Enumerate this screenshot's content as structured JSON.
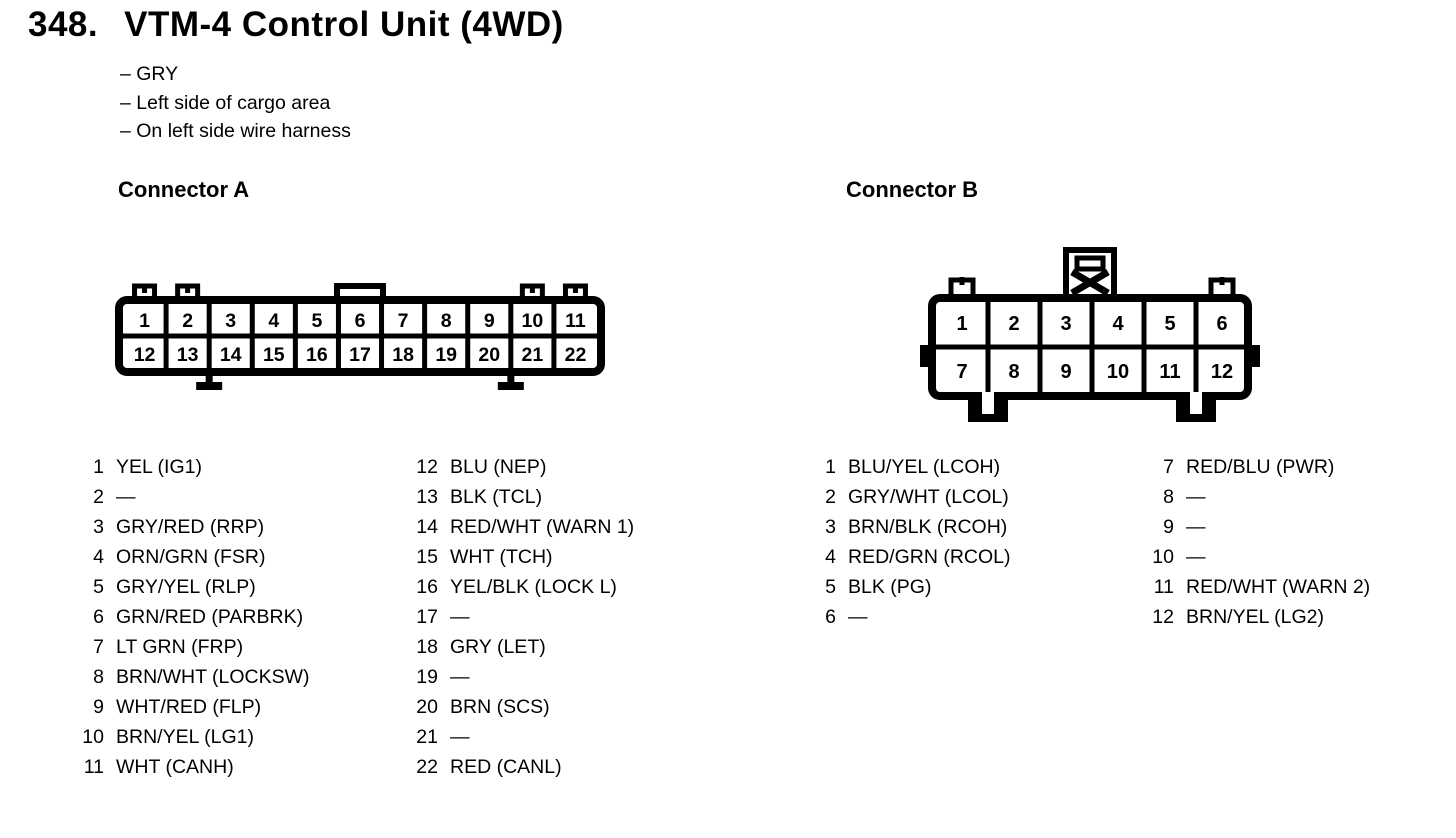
{
  "colors": {
    "ink": "#000000",
    "paper": "#ffffff"
  },
  "page": {
    "item_number": "348.",
    "title": "VTM-4 Control Unit (4WD)",
    "details": [
      "– GRY",
      "– Left side of cargo area",
      "– On left side wire harness"
    ]
  },
  "connector_a": {
    "heading": "Connector A",
    "diagram": {
      "rows": [
        [
          "1",
          "2",
          "3",
          "4",
          "5",
          "6",
          "7",
          "8",
          "9",
          "10",
          "11"
        ],
        [
          "12",
          "13",
          "14",
          "15",
          "16",
          "17",
          "18",
          "19",
          "20",
          "21",
          "22"
        ]
      ],
      "top_small_tab_cells": [
        0,
        1,
        9,
        10
      ],
      "top_wide_tab_cell": 5,
      "bottom_tab_dividers": [
        2,
        9
      ]
    },
    "pinout_columns": [
      [
        {
          "pin": "1",
          "wire": "YEL (IG1)"
        },
        {
          "pin": "2",
          "wire": "—"
        },
        {
          "pin": "3",
          "wire": "GRY/RED (RRP)"
        },
        {
          "pin": "4",
          "wire": "ORN/GRN (FSR)"
        },
        {
          "pin": "5",
          "wire": "GRY/YEL (RLP)"
        },
        {
          "pin": "6",
          "wire": "GRN/RED (PARBRK)"
        },
        {
          "pin": "7",
          "wire": "LT GRN (FRP)"
        },
        {
          "pin": "8",
          "wire": "BRN/WHT (LOCKSW)"
        },
        {
          "pin": "9",
          "wire": "WHT/RED (FLP)"
        },
        {
          "pin": "10",
          "wire": "BRN/YEL (LG1)"
        },
        {
          "pin": "11",
          "wire": "WHT (CANH)"
        }
      ],
      [
        {
          "pin": "12",
          "wire": "BLU (NEP)"
        },
        {
          "pin": "13",
          "wire": "BLK (TCL)"
        },
        {
          "pin": "14",
          "wire": "RED/WHT (WARN 1)"
        },
        {
          "pin": "15",
          "wire": "WHT (TCH)"
        },
        {
          "pin": "16",
          "wire": "YEL/BLK (LOCK L)"
        },
        {
          "pin": "17",
          "wire": "—"
        },
        {
          "pin": "18",
          "wire": "GRY (LET)"
        },
        {
          "pin": "19",
          "wire": "—"
        },
        {
          "pin": "20",
          "wire": "BRN (SCS)"
        },
        {
          "pin": "21",
          "wire": "—"
        },
        {
          "pin": "22",
          "wire": "RED (CANL)"
        }
      ]
    ]
  },
  "connector_b": {
    "heading": "Connector B",
    "diagram": {
      "rows": [
        [
          "1",
          "2",
          "3",
          "4",
          "5",
          "6"
        ],
        [
          "7",
          "8",
          "9",
          "10",
          "11",
          "12"
        ]
      ],
      "corner_tab_cells": [
        0,
        5
      ],
      "bottom_tab_dividers": [
        1,
        5
      ],
      "has_latch": true
    },
    "pinout_columns": [
      [
        {
          "pin": "1",
          "wire": "BLU/YEL (LCOH)"
        },
        {
          "pin": "2",
          "wire": "GRY/WHT (LCOL)"
        },
        {
          "pin": "3",
          "wire": "BRN/BLK (RCOH)"
        },
        {
          "pin": "4",
          "wire": "RED/GRN (RCOL)"
        },
        {
          "pin": "5",
          "wire": "BLK (PG)"
        },
        {
          "pin": "6",
          "wire": "—"
        }
      ],
      [
        {
          "pin": "7",
          "wire": "RED/BLU (PWR)"
        },
        {
          "pin": "8",
          "wire": "—"
        },
        {
          "pin": "9",
          "wire": "—"
        },
        {
          "pin": "10",
          "wire": "—"
        },
        {
          "pin": "11",
          "wire": "RED/WHT (WARN 2)"
        },
        {
          "pin": "12",
          "wire": "BRN/YEL (LG2)"
        }
      ]
    ]
  }
}
